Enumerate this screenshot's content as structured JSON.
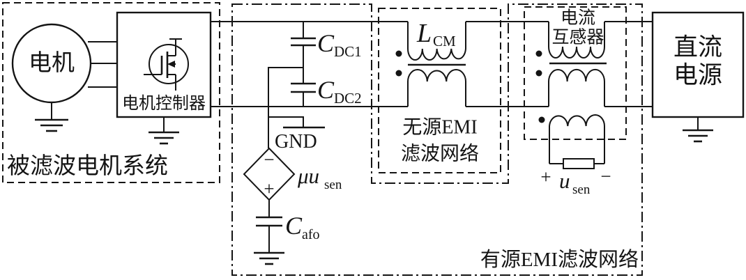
{
  "diagram": {
    "colors": {
      "ink": "#141414",
      "background": "#ffffff"
    },
    "blocks": {
      "motor_system_label": "被滤波电机系统",
      "motor_label": "电机",
      "controller_label": "电机控制器",
      "passive_filter_label_line1": "无源EMI",
      "passive_filter_label_line2": "滤波网络",
      "active_filter_label": "有源EMI滤波网络",
      "current_transformer_label_line1": "电流",
      "current_transformer_label_line2": "互感器",
      "dc_source_label_line1": "直流",
      "dc_source_label_line2": "电源"
    },
    "components": {
      "cdc1_base": "C",
      "cdc1_sub": "DC1",
      "cdc2_base": "C",
      "cdc2_sub": "DC2",
      "lcm_base": "L",
      "lcm_sub": "CM",
      "gnd_label": "GND",
      "source_minus": "−",
      "source_plus": "+",
      "source_base": "μu",
      "source_sub": "sen",
      "cafo_base": "C",
      "cafo_sub": "afo",
      "usen_plus": "+",
      "usen_base": "u",
      "usen_sub": "sen",
      "usen_minus": "−"
    }
  }
}
